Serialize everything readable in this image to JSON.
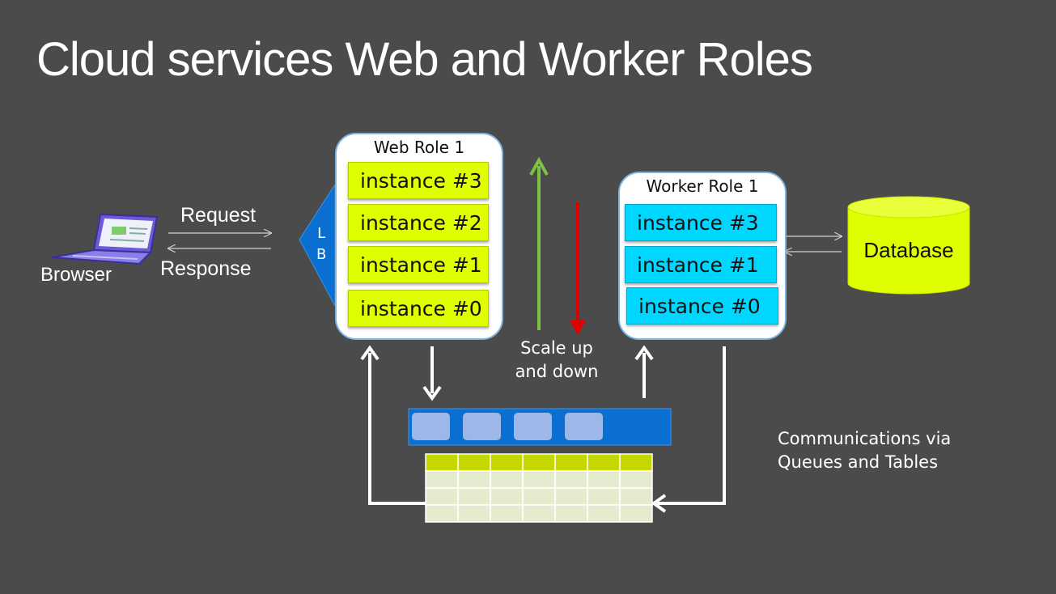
{
  "title": "Cloud services Web and Worker Roles",
  "browser": {
    "label": "Browser",
    "icon": "laptop-icon"
  },
  "request_label": "Request",
  "response_label": "Response",
  "load_balancer": {
    "letters": [
      "L",
      "B"
    ]
  },
  "web_role": {
    "title": "Web Role 1",
    "instances": [
      "instance #3",
      "instance #2",
      "instance #1",
      "instance #0"
    ],
    "color": "#dfff00"
  },
  "worker_role": {
    "title": "Worker Role 1",
    "instances": [
      "instance #3",
      "instance #1",
      "instance #0"
    ],
    "color": "#00d7ff"
  },
  "scale": {
    "line1": "Scale up",
    "line2": "and down",
    "up_color": "#7dc242",
    "down_color": "#e00000"
  },
  "database": {
    "label": "Database",
    "color": "#dfff00"
  },
  "communications": {
    "line1": "Communications via",
    "line2": "Queues and Tables"
  },
  "queue": {
    "color": "#0a6fd0",
    "item_color": "#9db8e8",
    "items": 4
  },
  "table": {
    "header_color": "#c6d600",
    "row_color": "#e4ebcf",
    "rows": 4,
    "cols": 7
  },
  "colors": {
    "background": "#4b4b4b",
    "accent": "#0078d7"
  }
}
